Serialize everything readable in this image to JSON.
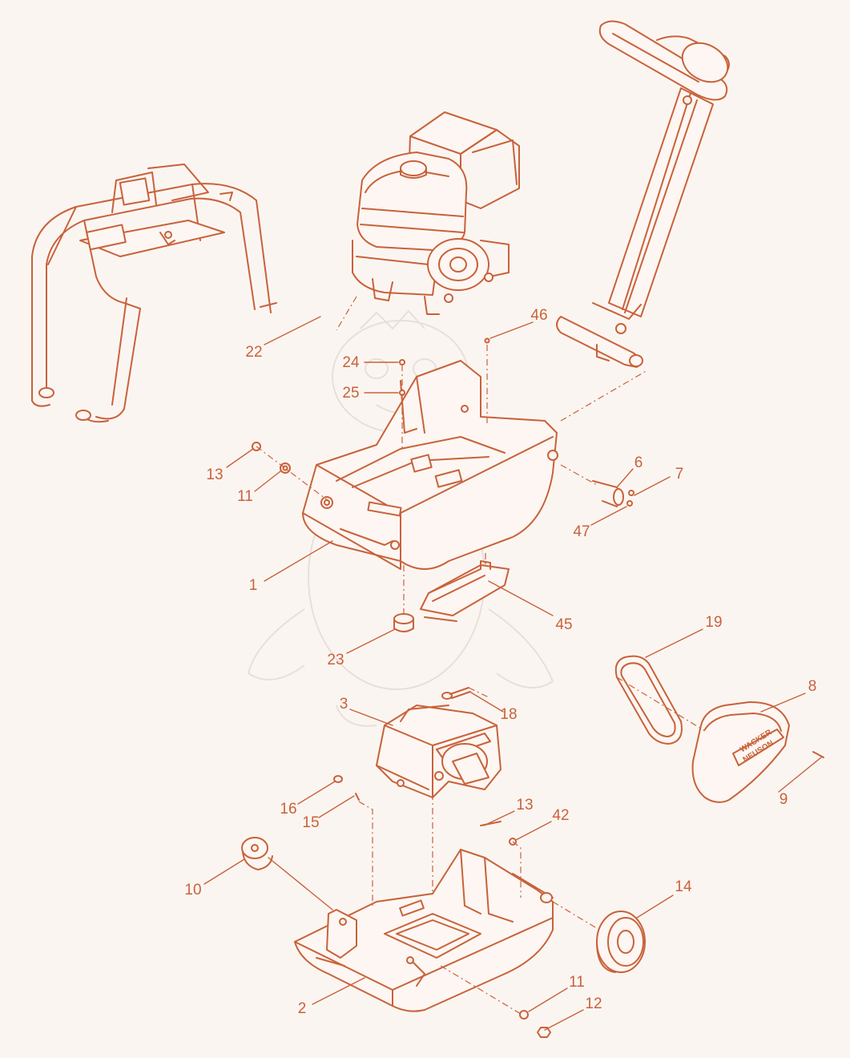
{
  "colors": {
    "background": "#fbf5f1",
    "line": "#c8623a",
    "fill": "#fdf6f2",
    "watermark": "#e8dfd9"
  },
  "callouts": [
    {
      "id": "c46",
      "label": "46"
    },
    {
      "id": "c22",
      "label": "22"
    },
    {
      "id": "c24",
      "label": "24"
    },
    {
      "id": "c25",
      "label": "25"
    },
    {
      "id": "c13a",
      "label": "13"
    },
    {
      "id": "c11a",
      "label": "11"
    },
    {
      "id": "c6",
      "label": "6"
    },
    {
      "id": "c7",
      "label": "7"
    },
    {
      "id": "c47",
      "label": "47"
    },
    {
      "id": "c1",
      "label": "1"
    },
    {
      "id": "c45",
      "label": "45"
    },
    {
      "id": "c23",
      "label": "23"
    },
    {
      "id": "c19",
      "label": "19"
    },
    {
      "id": "c3",
      "label": "3"
    },
    {
      "id": "c18",
      "label": "18"
    },
    {
      "id": "c8",
      "label": "8"
    },
    {
      "id": "c9",
      "label": "9"
    },
    {
      "id": "c16",
      "label": "16"
    },
    {
      "id": "c15",
      "label": "15"
    },
    {
      "id": "c13b",
      "label": "13"
    },
    {
      "id": "c42",
      "label": "42"
    },
    {
      "id": "c10",
      "label": "10"
    },
    {
      "id": "c14",
      "label": "14"
    },
    {
      "id": "c2",
      "label": "2"
    },
    {
      "id": "c11b",
      "label": "11"
    },
    {
      "id": "c12",
      "label": "12"
    }
  ],
  "brand_logo": [
    "WACKER",
    "NEUSON"
  ]
}
